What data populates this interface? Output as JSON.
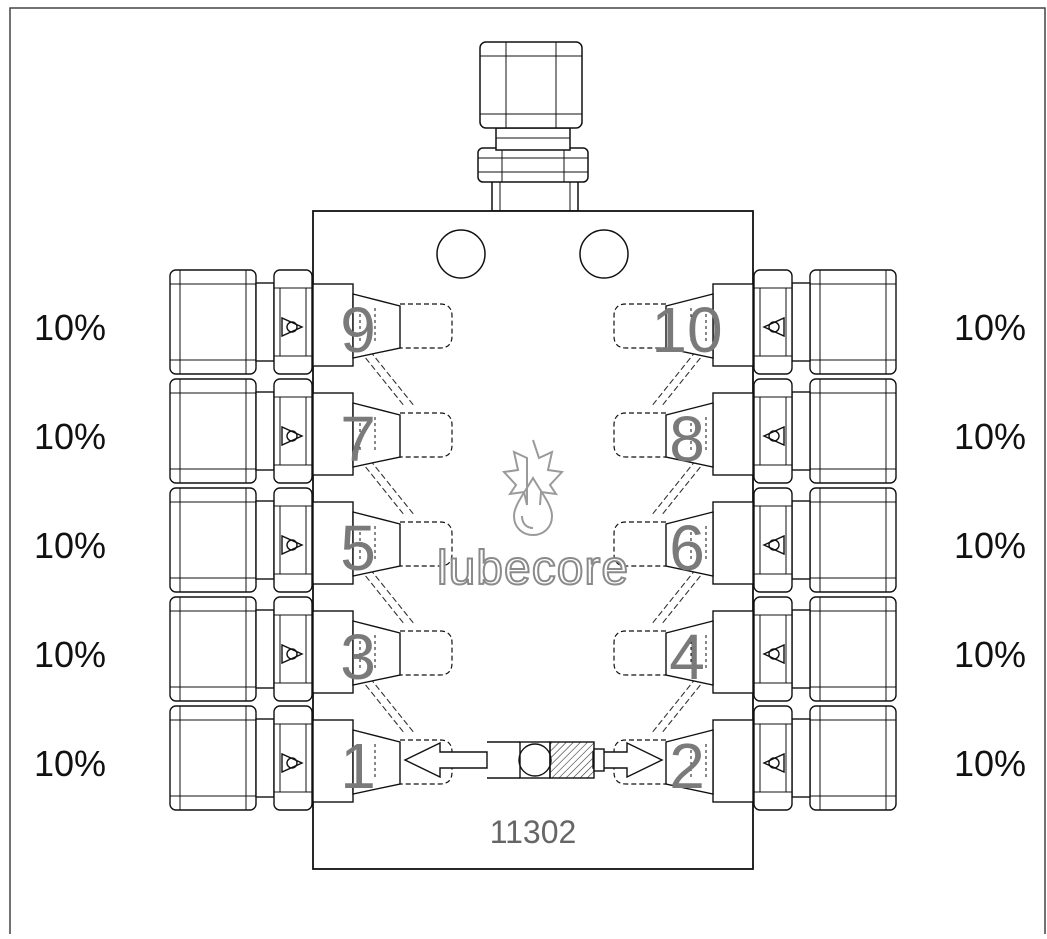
{
  "diagram": {
    "part_number": "11302",
    "brand": "lubecore",
    "outlets": [
      {
        "number": "9",
        "side": "left",
        "row": 0,
        "percent": "10%"
      },
      {
        "number": "10",
        "side": "right",
        "row": 0,
        "percent": "10%"
      },
      {
        "number": "7",
        "side": "left",
        "row": 1,
        "percent": "10%"
      },
      {
        "number": "8",
        "side": "right",
        "row": 1,
        "percent": "10%"
      },
      {
        "number": "5",
        "side": "left",
        "row": 2,
        "percent": "10%"
      },
      {
        "number": "6",
        "side": "right",
        "row": 2,
        "percent": "10%"
      },
      {
        "number": "3",
        "side": "left",
        "row": 3,
        "percent": "10%"
      },
      {
        "number": "4",
        "side": "right",
        "row": 3,
        "percent": "10%"
      },
      {
        "number": "1",
        "side": "left",
        "row": 4,
        "percent": "10%"
      },
      {
        "number": "2",
        "side": "right",
        "row": 4,
        "percent": "10%"
      }
    ]
  }
}
